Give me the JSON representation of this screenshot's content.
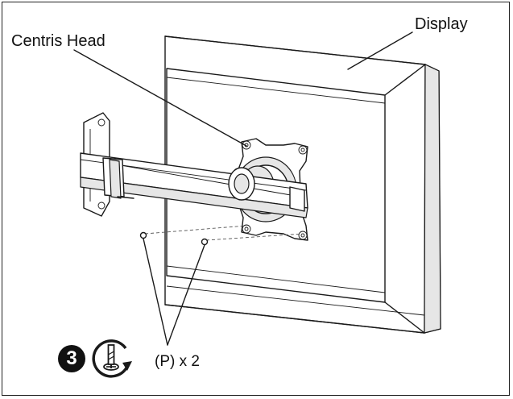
{
  "labels": {
    "centris_head": "Centris Head",
    "display": "Display",
    "screw_callout": "(P) x 2"
  },
  "step": {
    "number": "3"
  },
  "icons": {
    "step": "step-number-badge",
    "tool": "screwdriver-rotate-clockwise-icon"
  },
  "colors": {
    "line": "#1a1a1a",
    "background": "#ffffff",
    "shade": "#e6e6e6"
  }
}
